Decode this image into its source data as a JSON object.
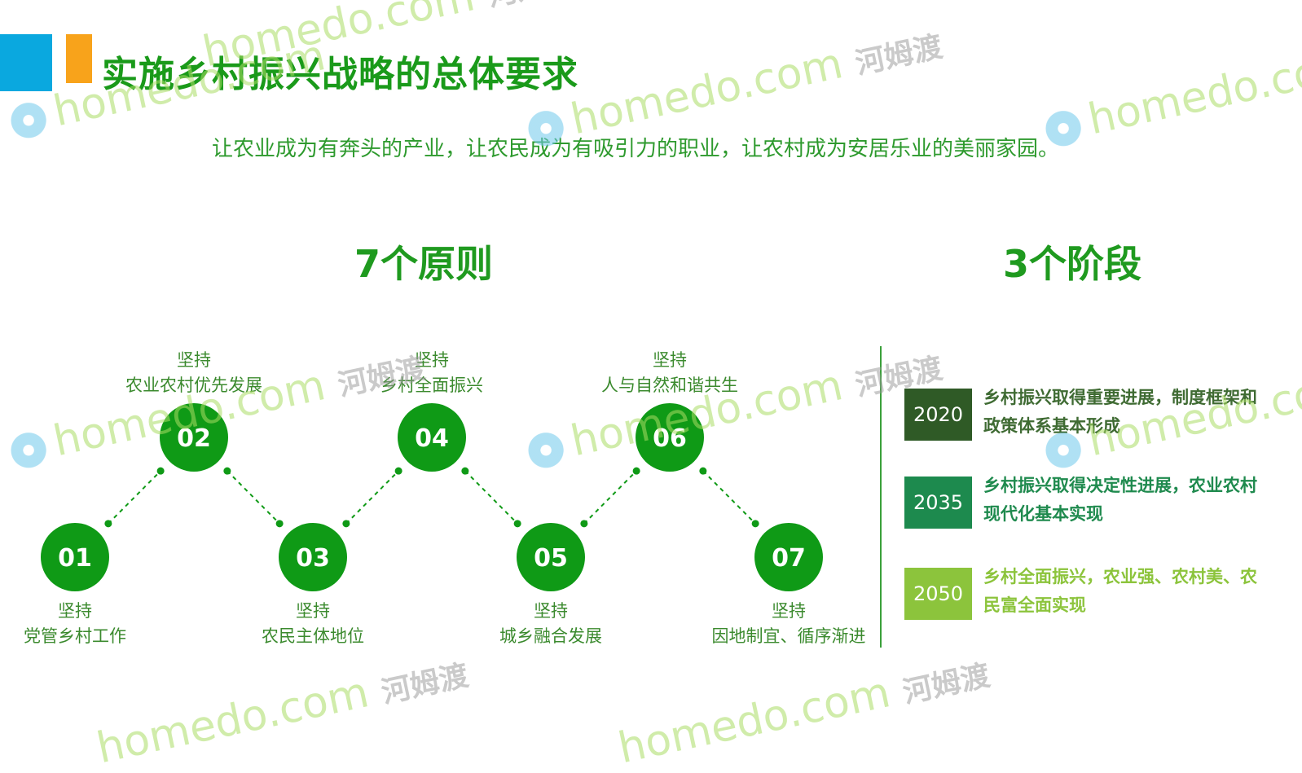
{
  "title": "实施乡村振兴战略的总体要求",
  "subtitle": "让农业成为有奔头的产业，让农民成为有吸引力的职业，让农村成为安居乐业的美丽家园。",
  "principles": {
    "heading": "7个原则",
    "color": "#0f9a16",
    "items": [
      {
        "num": "01",
        "line1": "坚持",
        "line2": "党管乡村工作",
        "position": "low"
      },
      {
        "num": "02",
        "line1": "坚持",
        "line2": "农业农村优先发展",
        "position": "high"
      },
      {
        "num": "03",
        "line1": "坚持",
        "line2": "农民主体地位",
        "position": "low"
      },
      {
        "num": "04",
        "line1": "坚持",
        "line2": "乡村全面振兴",
        "position": "high"
      },
      {
        "num": "05",
        "line1": "坚持",
        "line2": "城乡融合发展",
        "position": "low"
      },
      {
        "num": "06",
        "line1": "坚持",
        "line2": "人与自然和谐共生",
        "position": "high"
      },
      {
        "num": "07",
        "line1": "坚持",
        "line2": "因地制宜、循序渐进",
        "position": "low"
      }
    ]
  },
  "stages": {
    "heading": "3个阶段",
    "items": [
      {
        "year": "2020",
        "text": "乡村振兴取得重要进展，制度框架和政策体系基本形成",
        "box_color": "#2f5a26",
        "text_color": "#3f6b33"
      },
      {
        "year": "2035",
        "text": "乡村振兴取得决定性进展，农业农村现代化基本实现",
        "box_color": "#1d8a4e",
        "text_color": "#1f8a4e"
      },
      {
        "year": "2050",
        "text": "乡村全面振兴，农业强、农村美、农民富全面实现",
        "box_color": "#8cc43c",
        "text_color": "#8cc43c"
      }
    ]
  },
  "watermark": {
    "text": "homedo.com",
    "cn": "河姆渡"
  },
  "colors": {
    "title_green": "#1a9a1a",
    "accent_blue": "#0aa8df",
    "accent_orange": "#f8a31b"
  }
}
